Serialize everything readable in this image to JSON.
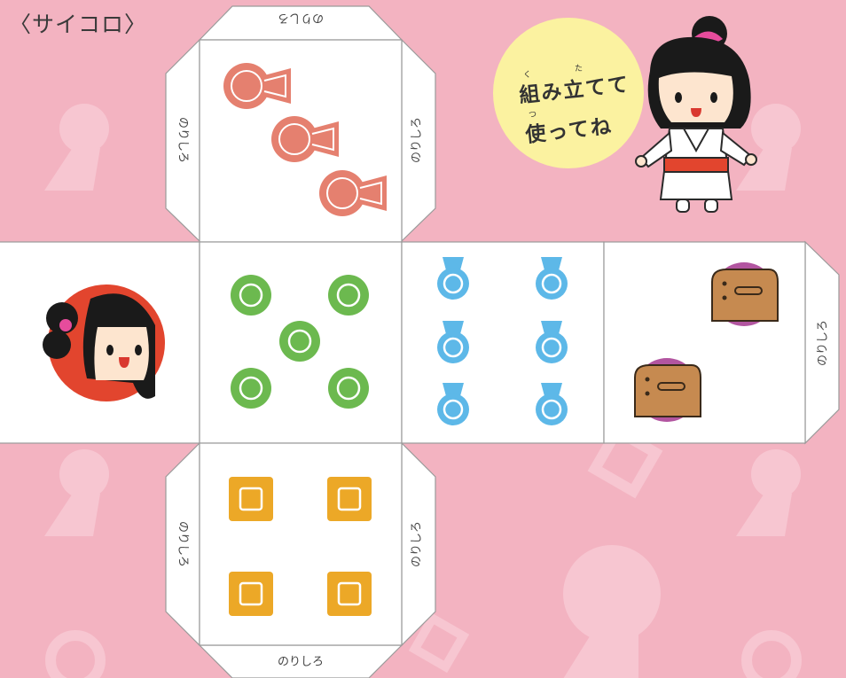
{
  "title": "〈サイコロ〉",
  "glue_tab_label": "のりしろ",
  "speech": {
    "line1": "組み立てて",
    "line2": "使ってね",
    "ruby_ku": "く",
    "ruby_ta": "た",
    "ruby_tsu": "つ"
  },
  "colors": {
    "background": "#f3b3c1",
    "bg_shapes": "#f7c9d3",
    "face3_keyhole": "#e5806f",
    "face5_circle": "#6cb94f",
    "face6_medal": "#5db8e8",
    "face2_haniwa": "#c68a50",
    "face2_ring": "#b255a0",
    "face4_square": "#eca827",
    "speech_bubble": "#fbf2a0"
  },
  "faces": {
    "top": {
      "count": 3,
      "icon": "keyhole-tumulus-icon"
    },
    "left": {
      "count": 1,
      "icon": "girl-face-icon"
    },
    "center": {
      "count": 5,
      "icon": "green-circle-icon"
    },
    "right": {
      "count": 6,
      "icon": "medal-icon"
    },
    "far_right": {
      "count": 2,
      "icon": "haniwa-icon"
    },
    "bottom": {
      "count": 4,
      "icon": "orange-square-icon"
    }
  }
}
